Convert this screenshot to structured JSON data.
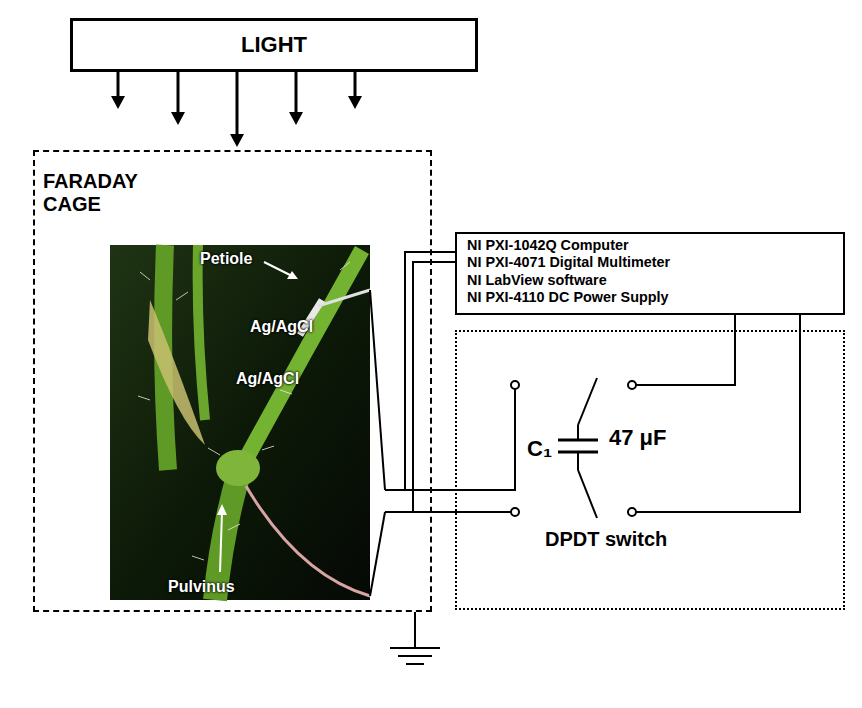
{
  "diagram": {
    "nodes": [
      {
        "text": [
          "LIGHT"
        ]
      },
      {
        "text": [
          "FARADAY CAGE"
        ]
      },
      {
        "text": [
          "NI PXI-1042Q Computer",
          "NI PXI-4071 Digital Multimeter",
          "NI LabView software",
          "NI PXI-4110 DC Power Supply"
        ]
      },
      {
        "text": [
          "C₁",
          "47 μF",
          "DPDT switch"
        ]
      }
    ],
    "edges": [
      {
        "from": 2,
        "to": 3,
        "arrow": "none"
      },
      {
        "from": 2,
        "to": 3,
        "arrow": "none"
      }
    ],
    "labels": [
      "Petiole",
      "Ag/AgCl",
      "Ag/AgCl",
      "Pulvinus"
    ]
  }
}
